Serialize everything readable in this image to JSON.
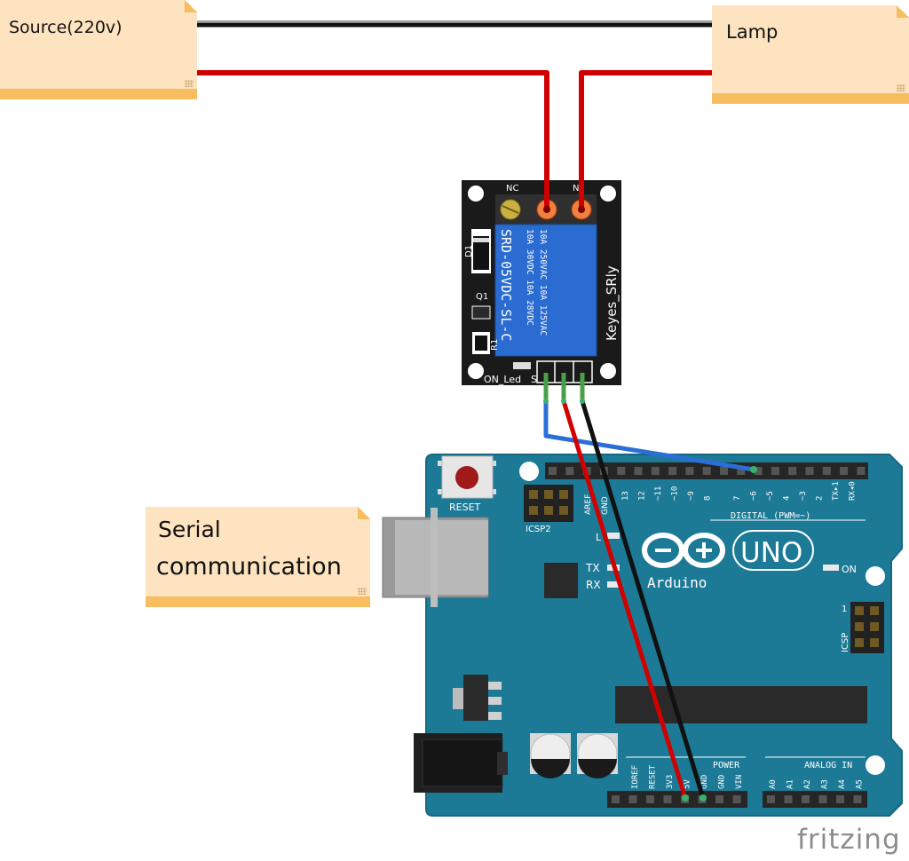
{
  "notes": {
    "source": "Source(220v)",
    "lamp": "Lamp",
    "serial_line1": "Serial",
    "serial_line2": "communication"
  },
  "relay": {
    "nc": "NC",
    "no": "N",
    "part": "SRD-05VDC-SL-C",
    "rating1": "10A 250VAC  10A 125VAC",
    "rating2": "10A 30VDC  10A 28VDC",
    "brand": "Keyes_SRly",
    "d1": "D1",
    "q1": "Q1",
    "r1": "R1",
    "on_led": "ON_Led",
    "s": "S"
  },
  "arduino": {
    "reset": "RESET",
    "icsp2": "ICSP2",
    "aref": "AREF",
    "gnd_top": "GND",
    "digital_pins": [
      "13",
      "12",
      "~11",
      "~10",
      "~9",
      "8",
      "7",
      "~6",
      "~5",
      "4",
      "~3",
      "2",
      "TX▸1",
      "RX◂0"
    ],
    "digital_label": "DIGITAL (PWM=~)",
    "l": "L",
    "tx": "TX",
    "rx": "RX",
    "on": "ON",
    "uno": "UNO",
    "arduino": "Arduino",
    "icsp": "ICSP",
    "icsp_one": "1",
    "power_pins": [
      "IOREF",
      "RESET",
      "3V3",
      "5V",
      "GND",
      "GND",
      "VIN"
    ],
    "power_label": "POWER",
    "analog_pins": [
      "A0",
      "A1",
      "A2",
      "A3",
      "A4",
      "A5"
    ],
    "analog_label": "ANALOG IN"
  },
  "brand": "fritzing",
  "colors": {
    "board": "#1c7a96",
    "relay_body": "#1a1a1a",
    "relay_coil": "#2a6cd1",
    "wire_red": "#d10000",
    "wire_black": "#111111",
    "wire_blue": "#2b6fd6",
    "note_fill": "#fde3c0",
    "note_bar": "#f7bd5e"
  }
}
